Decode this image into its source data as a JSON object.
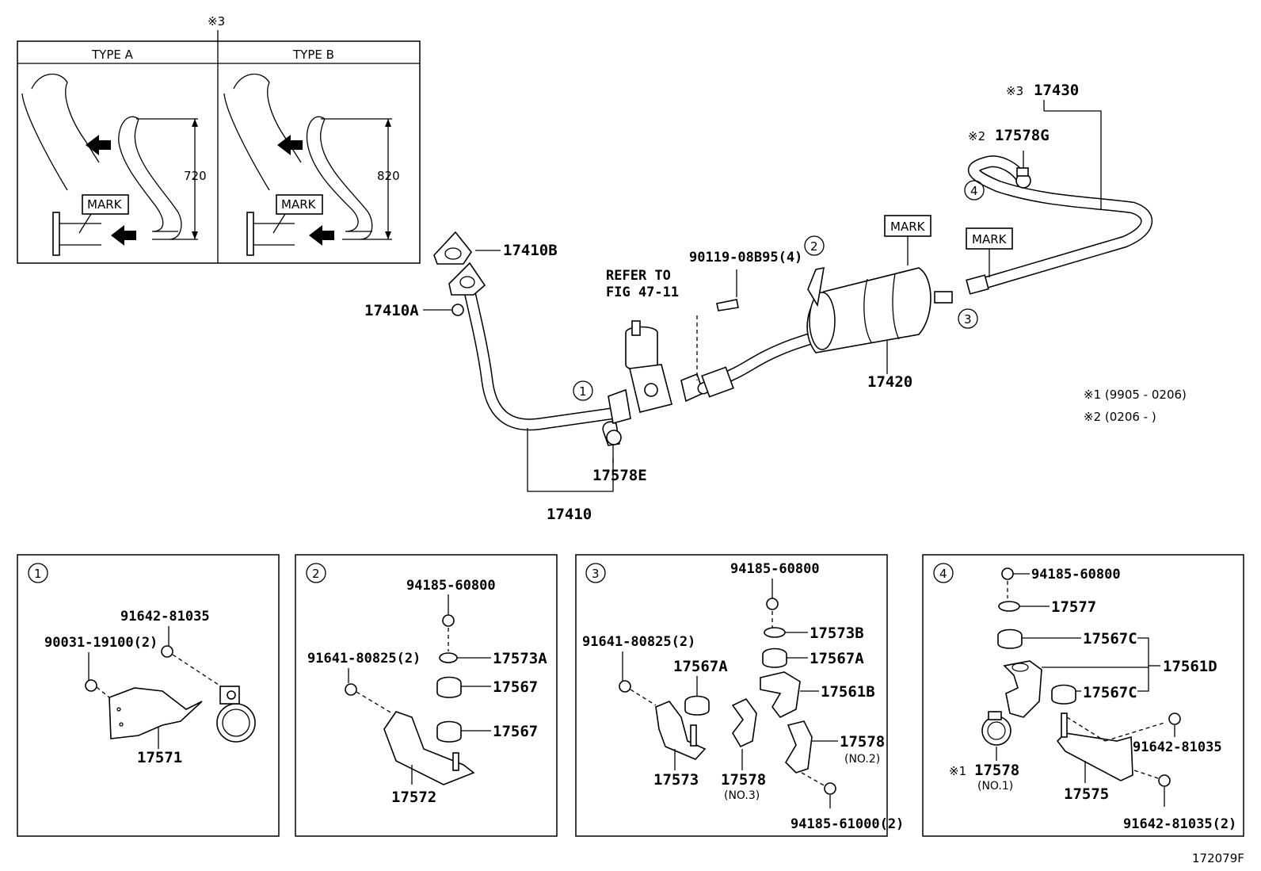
{
  "figure_code": "172079F",
  "types_panel": {
    "ref_mark": "※3",
    "type_a": {
      "title": "TYPE A",
      "dimension": "720",
      "mark": "MARK"
    },
    "type_b": {
      "title": "TYPE B",
      "dimension": "820",
      "mark": "MARK"
    }
  },
  "main": {
    "p17410B": "17410B",
    "p17410A": "17410A",
    "p17410": "17410",
    "p17578E": "17578E",
    "refer_line1": "REFER TO",
    "refer_line2": "FIG 47-11",
    "p90119": "90119-08B95(4)",
    "p17420": "17420",
    "p17430": "17430",
    "p17430_ref": "※3",
    "p17578G": "17578G",
    "p17578G_ref": "※2",
    "mark_muffler": "MARK",
    "mark_tail": "MARK",
    "c1": "1",
    "c2": "2",
    "c3": "3",
    "c4": "4",
    "note1": "※1 (9905 - 0206)",
    "note2": "※2 (0206 -      )"
  },
  "detail1": {
    "circle": "1",
    "p91642": "91642-81035",
    "p90031": "90031-19100(2)",
    "p17571": "17571"
  },
  "detail2": {
    "circle": "2",
    "p94185": "94185-60800",
    "p91641": "91641-80825(2)",
    "p17573A": "17573A",
    "p17567a": "17567",
    "p17567b": "17567",
    "p17572": "17572"
  },
  "detail3": {
    "circle": "3",
    "p94185": "94185-60800",
    "p91641": "91641-80825(2)",
    "p17573B": "17573B",
    "p17567A_r": "17567A",
    "p17567A_l": "17567A",
    "p17561B": "17561B",
    "p17578": "17578",
    "p17578_no2": "(NO.2)",
    "p17573": "17573",
    "p17578b": "17578",
    "p17578b_no3": "(NO.3)",
    "p94185b": "94185-61000(2)"
  },
  "detail4": {
    "circle": "4",
    "p94185": "94185-60800",
    "p17577": "17577",
    "p17567C_a": "17567C",
    "p17561D": "17561D",
    "p17567C_b": "17567C",
    "p91642a": "91642-81035",
    "p17578": "17578",
    "p17578_ref": "※1",
    "p17578_no1": "(NO.1)",
    "p17575": "17575",
    "p91642b": "91642-81035(2)"
  }
}
